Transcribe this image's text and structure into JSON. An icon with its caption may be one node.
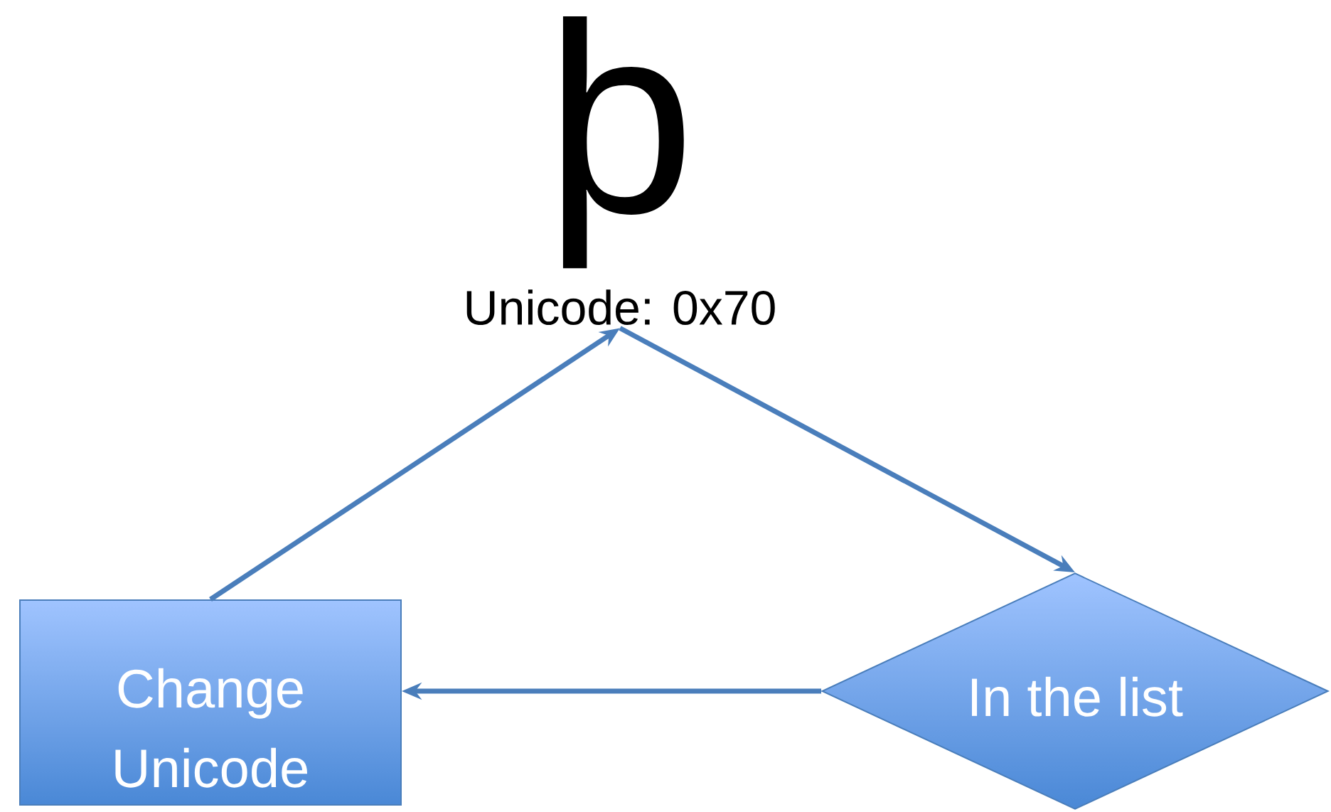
{
  "diagram": {
    "nodes": [
      {
        "text": [
          "þ",
          "Unicode: 0x70"
        ]
      },
      {
        "text": [
          "Change Unicode"
        ]
      },
      {
        "text": [
          "In the list"
        ]
      }
    ],
    "edges": [
      {
        "from": 1,
        "to": 0,
        "arrow": "to"
      },
      {
        "from": 0,
        "to": 2,
        "arrow": "to"
      },
      {
        "from": 2,
        "to": 1,
        "arrow": "to"
      }
    ]
  }
}
